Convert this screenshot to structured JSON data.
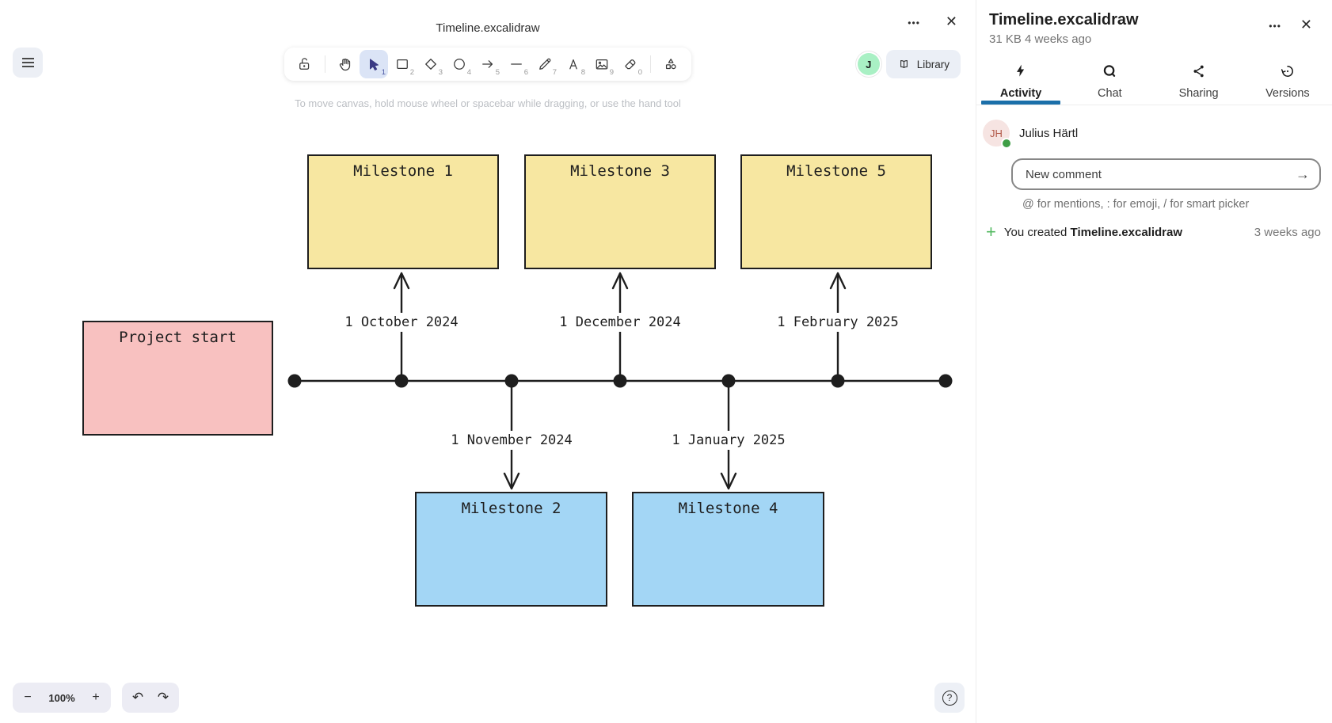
{
  "viewer": {
    "title": "Timeline.excalidraw",
    "canvas_hint": "To move canvas, hold mouse wheel or spacebar while dragging, or use the hand tool",
    "library_label": "Library",
    "collaborator_initial": "J",
    "zoom_level": "100%"
  },
  "icons": {
    "menu_dots": "•••",
    "close": "✕",
    "send": "→",
    "minus": "−",
    "plus": "+",
    "undo": "↶",
    "redo": "↷",
    "help": "?"
  },
  "toolbar": {
    "tools": [
      {
        "id": "lock",
        "shortcut": ""
      },
      {
        "id": "hand",
        "shortcut": ""
      },
      {
        "id": "selection",
        "shortcut": "1",
        "active": true
      },
      {
        "id": "rectangle",
        "shortcut": "2"
      },
      {
        "id": "diamond",
        "shortcut": "3"
      },
      {
        "id": "ellipse",
        "shortcut": "4"
      },
      {
        "id": "arrow",
        "shortcut": "5"
      },
      {
        "id": "line",
        "shortcut": "6"
      },
      {
        "id": "draw",
        "shortcut": "7"
      },
      {
        "id": "text",
        "shortcut": "8"
      },
      {
        "id": "image",
        "shortcut": "9"
      },
      {
        "id": "eraser",
        "shortcut": "0"
      },
      {
        "id": "shapes",
        "shortcut": ""
      }
    ]
  },
  "diagram": {
    "boxes": [
      {
        "label": "Project start",
        "fill": "#f8c1c0"
      },
      {
        "label": "Milestone 1",
        "fill": "#f7e7a1"
      },
      {
        "label": "Milestone 3",
        "fill": "#f7e7a1"
      },
      {
        "label": "Milestone 5",
        "fill": "#f7e7a1"
      },
      {
        "label": "Milestone 2",
        "fill": "#a3d6f5"
      },
      {
        "label": "Milestone 4",
        "fill": "#a3d6f5"
      }
    ],
    "date_labels": [
      "1 October 2024",
      "1 December 2024",
      "1 February 2025",
      "1 November 2024",
      "1 January 2025"
    ]
  },
  "sidebar": {
    "title": "Timeline.excalidraw",
    "meta": "31 KB 4 weeks ago",
    "tabs": [
      {
        "label": "Activity",
        "active": true
      },
      {
        "label": "Chat"
      },
      {
        "label": "Sharing"
      },
      {
        "label": "Versions"
      }
    ],
    "user": {
      "initials": "JH",
      "name": "Julius Härtl"
    },
    "comment": {
      "placeholder": "New comment",
      "hint": "@ for mentions, : for emoji, / for smart picker"
    },
    "activity": {
      "text": "You created",
      "file": "Timeline.excalidraw",
      "time": "3 weeks ago"
    }
  },
  "colors": {
    "accent": "#1b6fa9",
    "canvas_stroke": "#1e1e1e",
    "tool_active_bg": "#dbe4f6",
    "island_bg": "#ececf4",
    "status_green": "#3f9e46",
    "plus_green": "#53b960",
    "collab_avatar_green": "#a9f0c4",
    "avatar_jh_bg": "#f6e4e2",
    "avatar_jh_text": "#b25949"
  }
}
